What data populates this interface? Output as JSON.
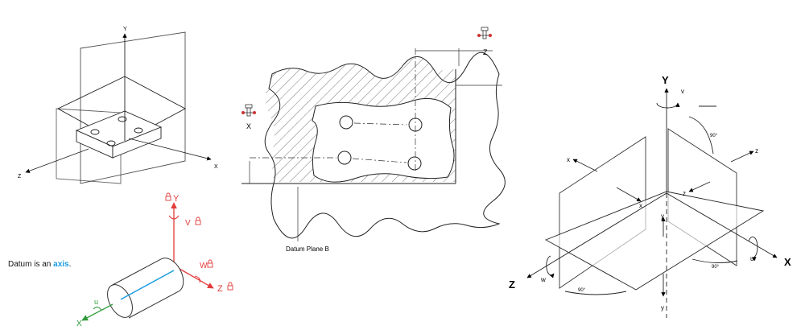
{
  "caption": {
    "prefix": "Datum is an ",
    "highlight": "axis",
    "suffix": "."
  },
  "plate_diagram": {
    "axis_y": "Y",
    "axis_x": "X",
    "axis_z": "Z"
  },
  "cylinder_diagram": {
    "y_label": "Y",
    "v_label": "V",
    "w_label": "W",
    "z_label": "Z",
    "u_label": "u",
    "x_label": "X",
    "colors": {
      "red": "#e23b3b",
      "green": "#2e9a3a",
      "blue": "#1a9be0"
    }
  },
  "section_diagram": {
    "x_label": "X",
    "z_label": "Z",
    "datum_label": "Datum Plane B"
  },
  "planes_diagram": {
    "big_y": "Y",
    "big_x": "X",
    "big_z": "Z",
    "small_v": "v",
    "small_u": "u",
    "small_w": "w",
    "x_top_left": "x",
    "x_center": "x",
    "z_top_right": "z",
    "z_center": "z",
    "y_upper": "y",
    "y_lower": "y",
    "angle_top": "90°",
    "angle_right": "90°",
    "angle_bottom": "90°"
  }
}
